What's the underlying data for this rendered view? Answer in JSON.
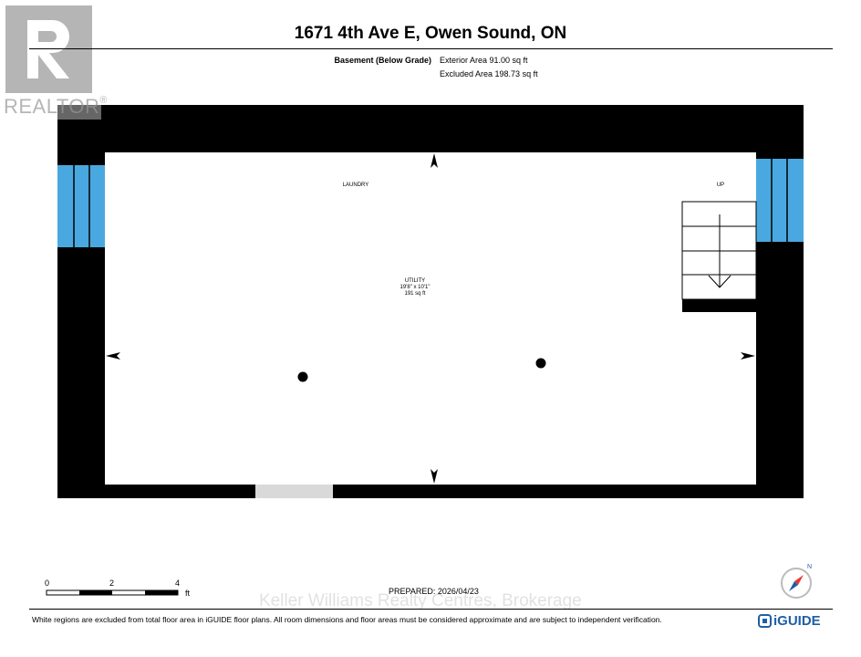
{
  "header": {
    "title": "1671 4th Ave E, Owen Sound, ON",
    "level_name": "Basement (Below Grade)",
    "exterior_area": "Exterior Area 91.00 sq ft",
    "excluded_area": "Excluded Area 198.73 sq ft"
  },
  "watermark": {
    "logo_text": "REALTOR",
    "registered": "®",
    "brokerage": "Keller Williams Realty Centres, Brokerage"
  },
  "rooms": {
    "laundry": "LAUNDRY",
    "stairs": "UP",
    "utility_name": "UTILITY",
    "utility_dims": "19'8\" x 10'1\"",
    "utility_area": "191 sq ft"
  },
  "scale": {
    "zero": "0",
    "two": "2",
    "four": "4",
    "unit": "ft"
  },
  "footer": {
    "prepared": "PREPARED: 2026/04/23",
    "disclaimer": "White regions are excluded from total floor area in iGUIDE floor plans. All room dimensions and floor areas must be considered approximate and are subject to independent verification.",
    "brand": "iGUIDE",
    "compass_letter": "N"
  },
  "colors": {
    "wall": "#000000",
    "window": "#4aa8e0",
    "door_gap": "#d9d9d9",
    "brand": "#1e5ea8"
  }
}
